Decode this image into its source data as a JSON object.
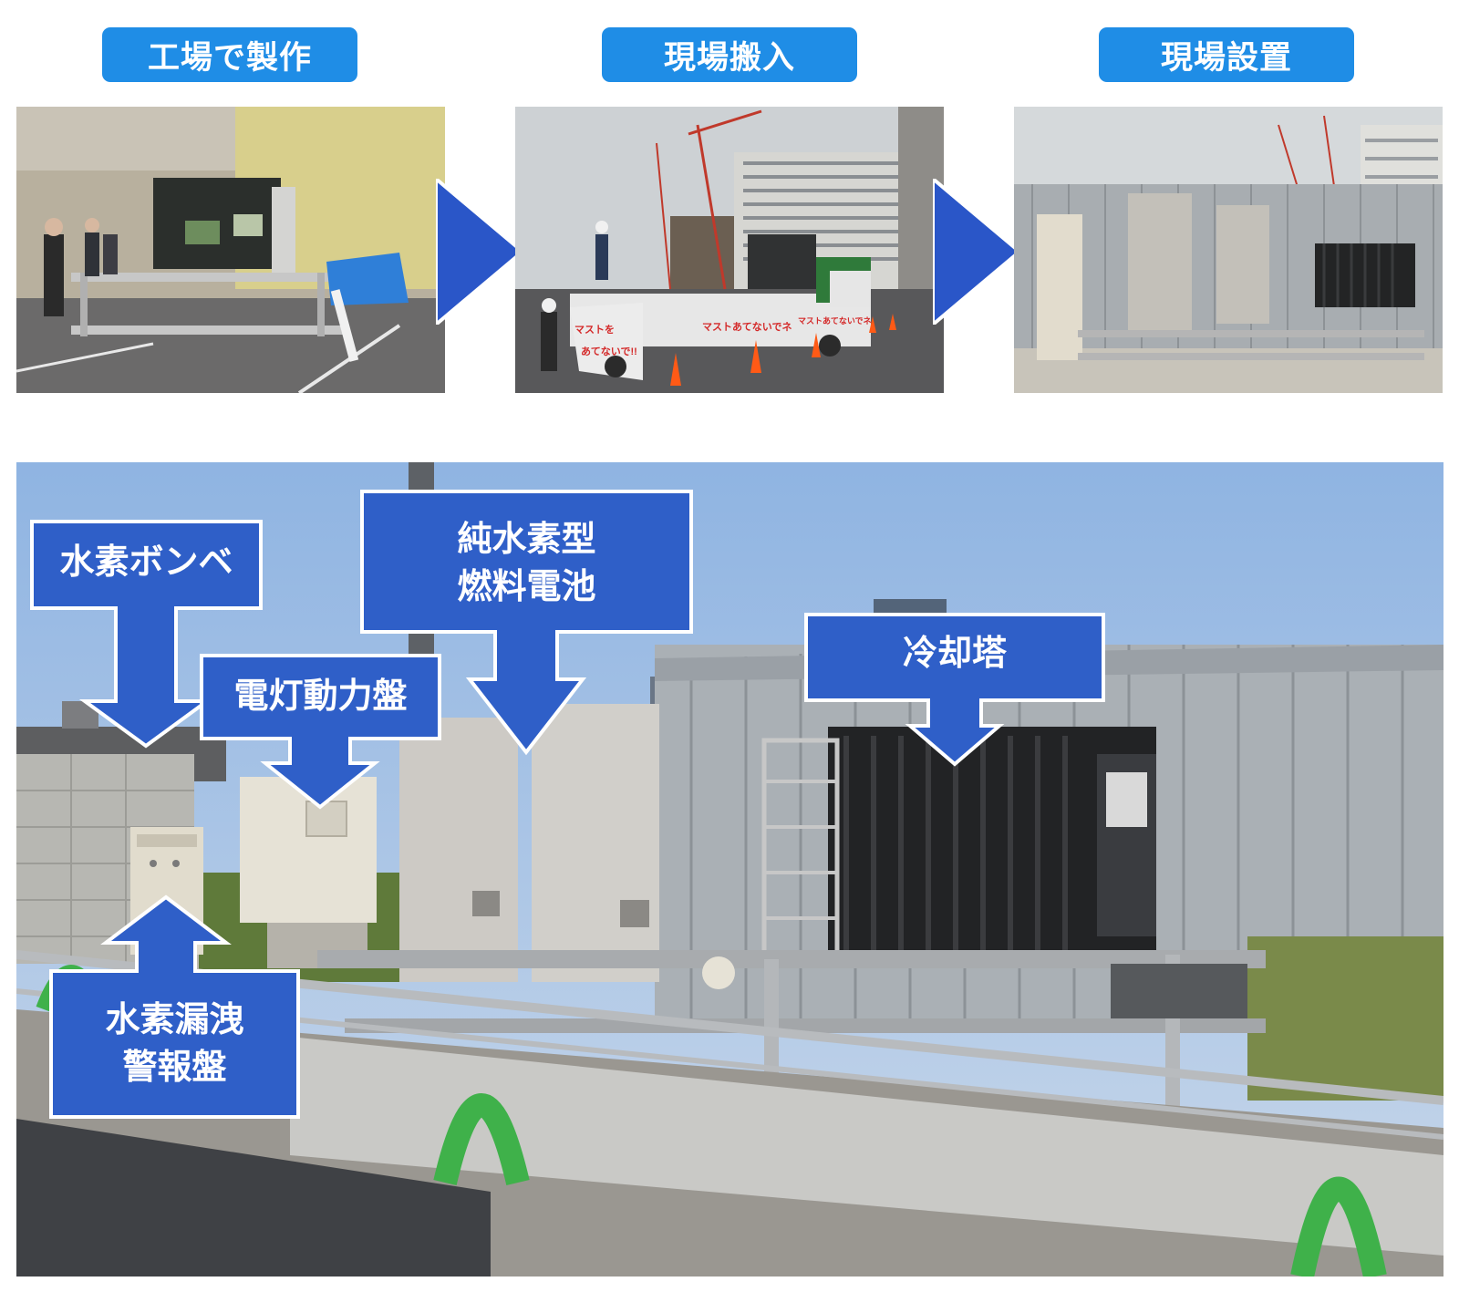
{
  "steps": [
    {
      "label": "工場で製作"
    },
    {
      "label": "現場搬入"
    },
    {
      "label": "現場設置"
    }
  ],
  "truck_signs": {
    "side_panel": "マストあてないでネ",
    "rear_small": "マストあてないでネ",
    "rear_panel": "マストを\nあてないで!!"
  },
  "callouts": {
    "hydrogen_cylinder": "水素ボンベ",
    "fuel_cell": "純水素型\n燃料電池",
    "cooling_tower": "冷却塔",
    "power_panel": "電灯動力盤",
    "leak_alarm": "水素漏洩\n警報盤"
  },
  "colors": {
    "pill": "#1f8de6",
    "callout_fill": "#2f5fc8",
    "callout_border": "#ffffff",
    "flow_arrow": "#2a56c8",
    "sky": "#a9c6e8"
  },
  "icons": {
    "flow_arrow": "triangle-right-icon",
    "callout_arrow": "arrow-down-icon"
  }
}
